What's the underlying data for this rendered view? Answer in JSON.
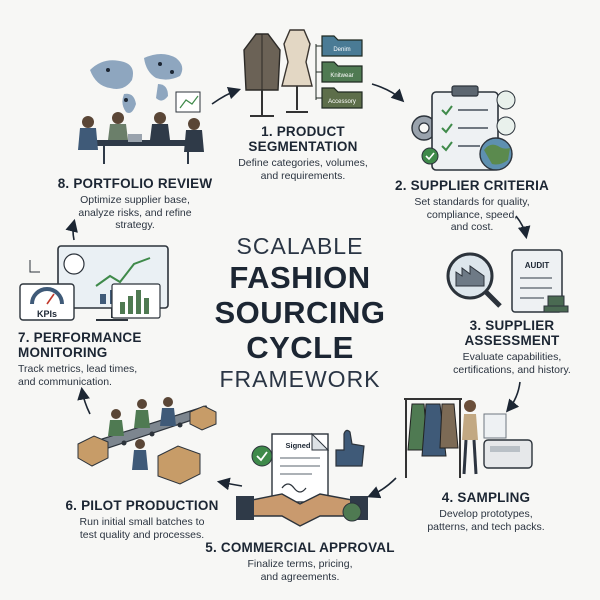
{
  "center": {
    "line1": "SCALABLE",
    "line2": "FASHION",
    "line3": "SOURCING",
    "line4": "CYCLE",
    "line5": "FRAMEWORK"
  },
  "steps": [
    {
      "title": "1. PRODUCT",
      "title2": "SEGMENTATION",
      "desc1": "Define categories, volumes,",
      "desc2": "and requirements.",
      "desc3": ""
    },
    {
      "title": "2. SUPPLIER CRITERIA",
      "title2": "",
      "desc1": "Set standards for quality,",
      "desc2": "compliance, speed,",
      "desc3": "and cost."
    },
    {
      "title": "3. SUPPLIER",
      "title2": "ASSESSMENT",
      "desc1": "Evaluate capabilities,",
      "desc2": "certifications, and history.",
      "desc3": ""
    },
    {
      "title": "4. SAMPLING",
      "title2": "",
      "desc1": "Develop prototypes,",
      "desc2": "patterns, and tech packs.",
      "desc3": ""
    },
    {
      "title": "5. COMMERCIAL APPROVAL",
      "title2": "",
      "desc1": "Finalize terms, pricing,",
      "desc2": "and agreements.",
      "desc3": ""
    },
    {
      "title": "6. PILOT PRODUCTION",
      "title2": "",
      "desc1": "Run initial small batches to",
      "desc2": "test quality and processes.",
      "desc3": ""
    },
    {
      "title": "7. PERFORMANCE",
      "title2": "MONITORING",
      "desc1": "Track metrics, lead times,",
      "desc2": "and communication.",
      "desc3": ""
    },
    {
      "title": "8. PORTFOLIO REVIEW",
      "title2": "",
      "desc1": "Optimize supplier base,",
      "desc2": "analyze risks, and refine",
      "desc3": "strategy."
    }
  ],
  "illustration_text": {
    "folder1": "Denim",
    "folder2": "Knitwear",
    "folder3": "Accessory",
    "audit": "AUDIT",
    "signed": "Signed",
    "kpis": "KPIs"
  },
  "colors": {
    "navy": "#1c2633",
    "folder_green": "#4f7a52",
    "folder_blue": "#3f6f8f",
    "check_green": "#3f8a4a",
    "map_blue": "#6f8fae"
  }
}
